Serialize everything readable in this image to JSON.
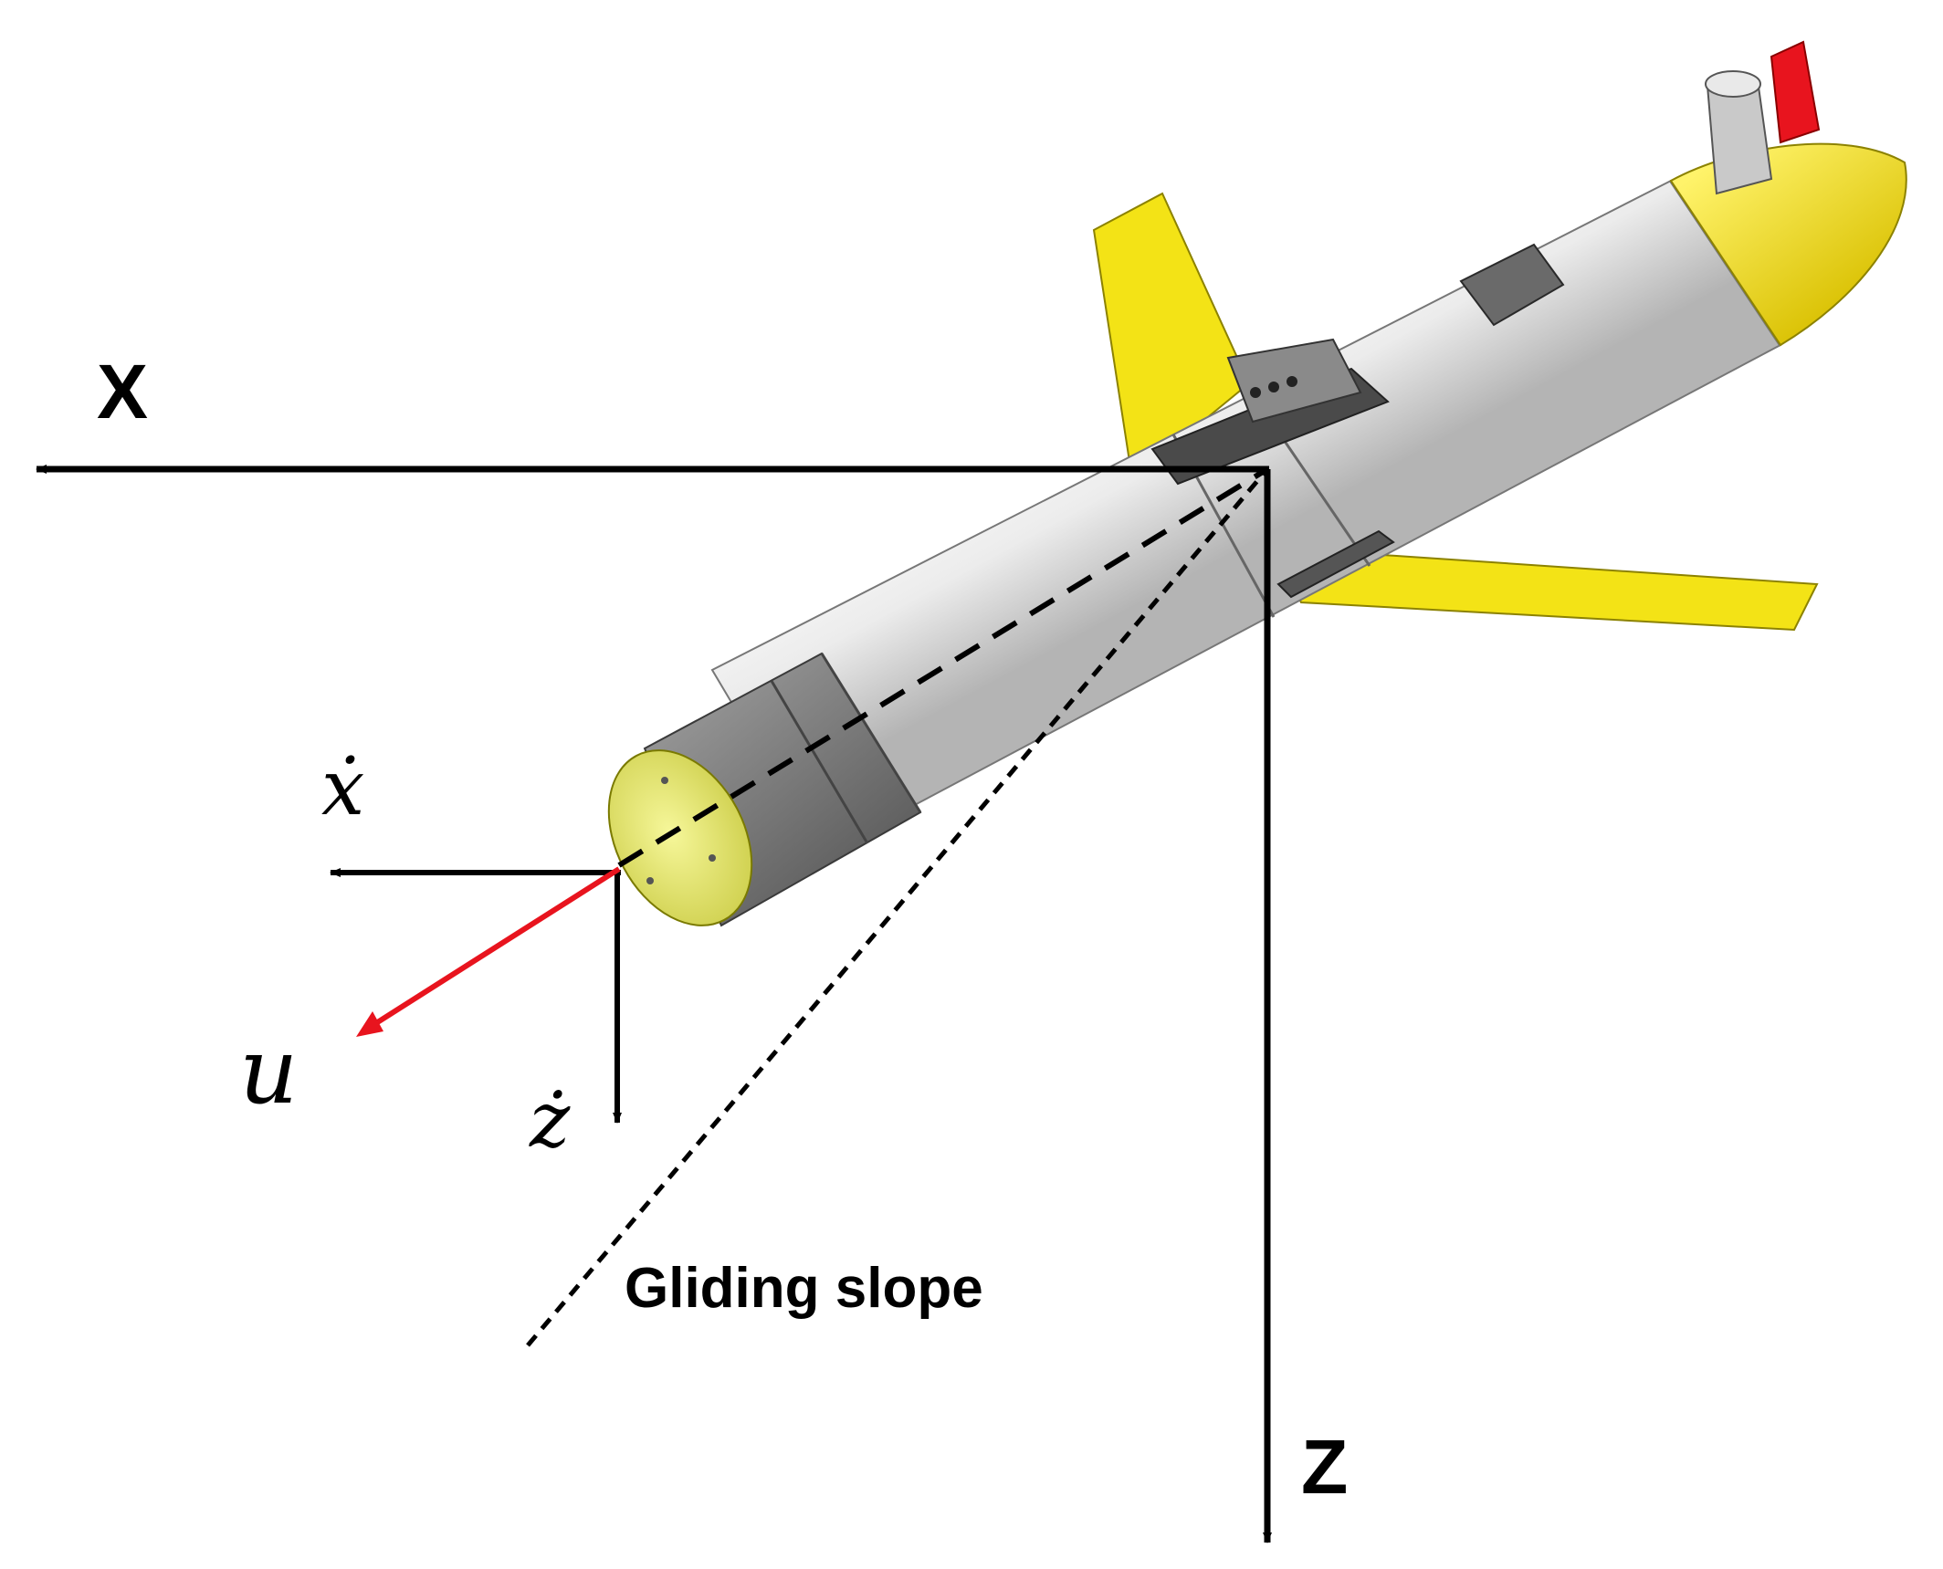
{
  "labels": {
    "x_axis": "X",
    "z_axis": "Z",
    "x_dot": "ẋ",
    "z_dot": "ż",
    "u": "u",
    "gliding_slope": "Gliding slope"
  },
  "colors": {
    "axis": "#000000",
    "velocity_u": "#e8141e",
    "hull_white": "#f2f2f2",
    "hull_shade": "#b9b9b9",
    "wing_yellow": "#f3e316",
    "nose_cone": "#eef07a",
    "nose_section_gray": "#7f7f7f",
    "tail_cone_yellow": "#f5e51d",
    "antenna_flag_red": "#e8141e"
  },
  "icons": {
    "vehicle": "underwater-glider-icon"
  }
}
